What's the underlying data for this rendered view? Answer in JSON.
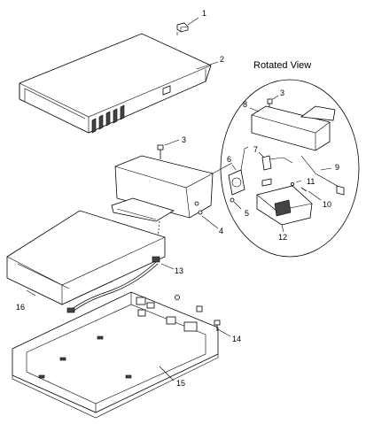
{
  "rotated_view": {
    "title": "Rotated View"
  },
  "callouts": {
    "c1": "1",
    "c2": "2",
    "c3a": "3",
    "c3b": "3",
    "c4": "4",
    "c5": "5",
    "c6": "6",
    "c7": "7",
    "c8": "8",
    "c9": "9",
    "c10": "10",
    "c11": "11",
    "c12": "12",
    "c13": "13",
    "c14": "14",
    "c15": "15",
    "c16": "16"
  }
}
